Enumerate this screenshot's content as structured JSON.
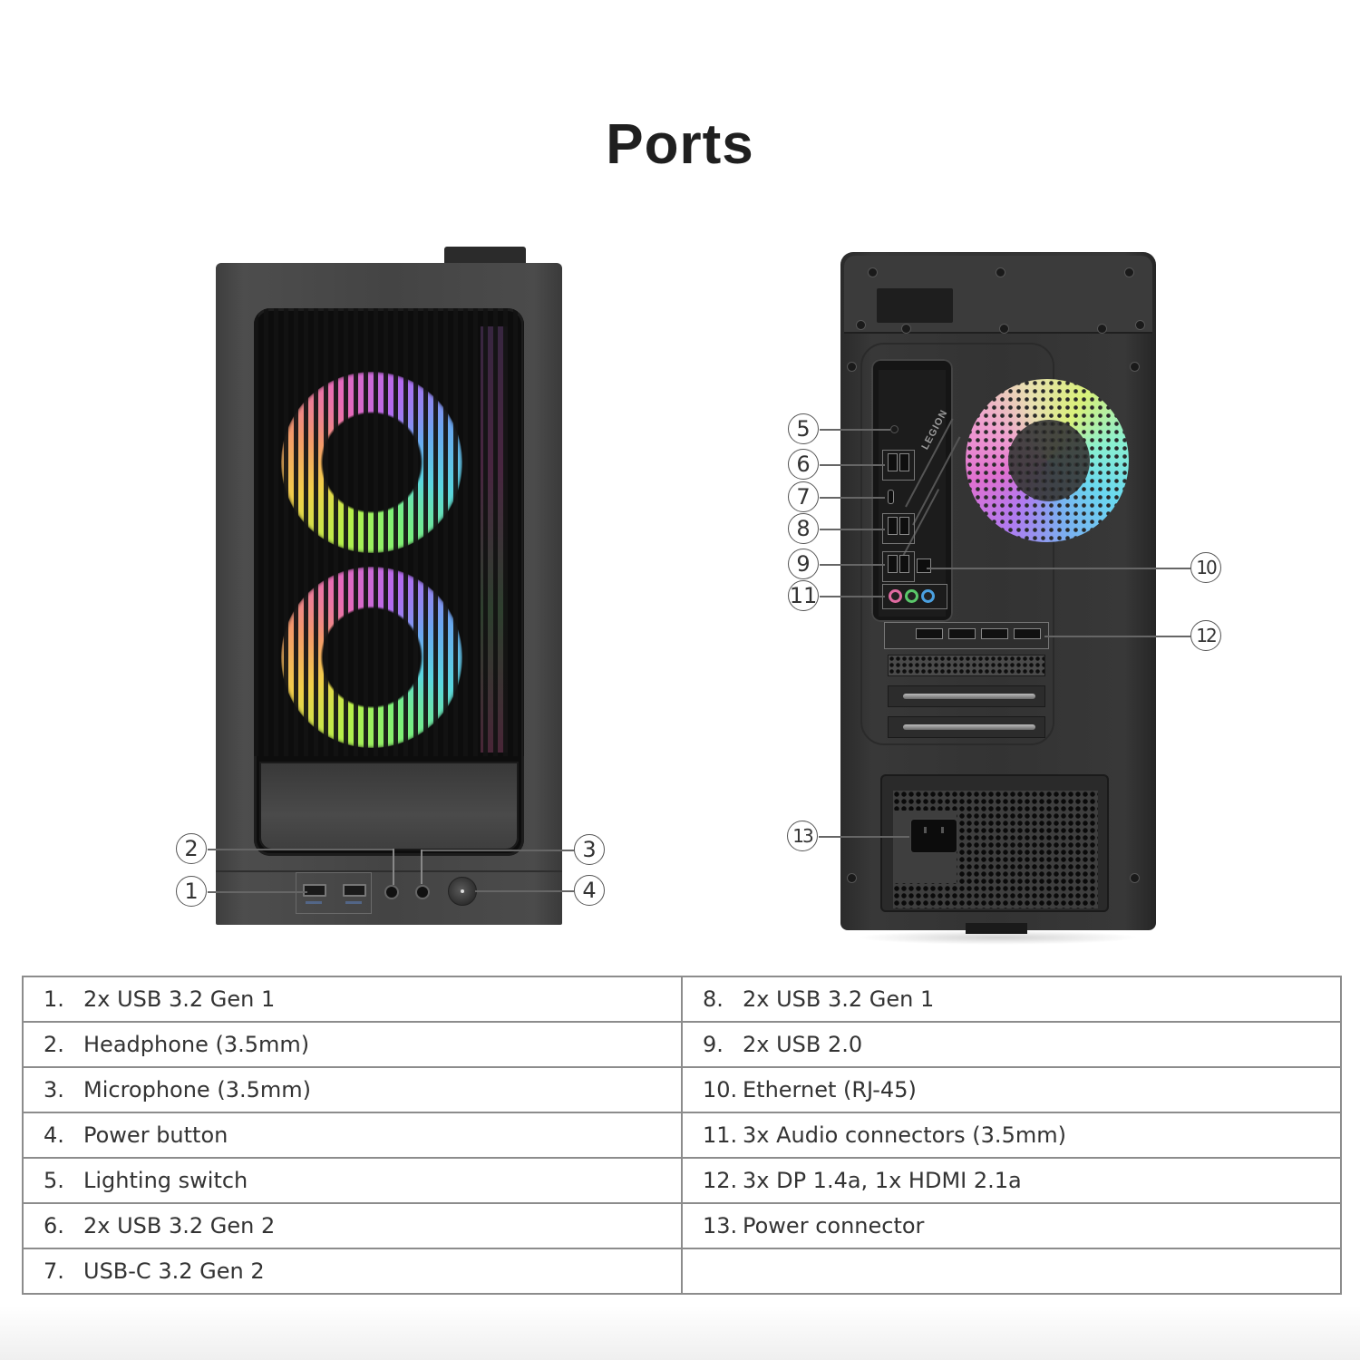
{
  "page": {
    "title": "Ports"
  },
  "front_view": {
    "callouts": [
      "1",
      "2",
      "3",
      "4"
    ]
  },
  "rear_view": {
    "brand_text": "LEGION",
    "callouts": [
      "5",
      "6",
      "7",
      "8",
      "9",
      "10",
      "11",
      "12",
      "13"
    ],
    "audio_colors": [
      "#e06aa0",
      "#5ac86a",
      "#4aa0e0"
    ]
  },
  "ports_table": {
    "left_column": [
      {
        "num": "1.",
        "label": "2x USB 3.2 Gen 1"
      },
      {
        "num": "2.",
        "label": "Headphone (3.5mm)"
      },
      {
        "num": "3.",
        "label": "Microphone (3.5mm)"
      },
      {
        "num": "4.",
        "label": "Power button"
      },
      {
        "num": "5.",
        "label": "Lighting switch"
      },
      {
        "num": "6.",
        "label": "2x USB 3.2 Gen 2"
      },
      {
        "num": "7.",
        "label": "USB-C 3.2 Gen 2"
      }
    ],
    "right_column": [
      {
        "num": "8.",
        "label": "2x USB 3.2 Gen 1"
      },
      {
        "num": "9.",
        "label": "2x USB 2.0"
      },
      {
        "num": "10.",
        "label": "Ethernet (RJ-45)"
      },
      {
        "num": "11.",
        "label": "3x Audio connectors (3.5mm)"
      },
      {
        "num": "12.",
        "label": "3x DP 1.4a, 1x HDMI 2.1a"
      },
      {
        "num": "13.",
        "label": "Power connector"
      },
      {
        "num": "",
        "label": ""
      }
    ]
  }
}
